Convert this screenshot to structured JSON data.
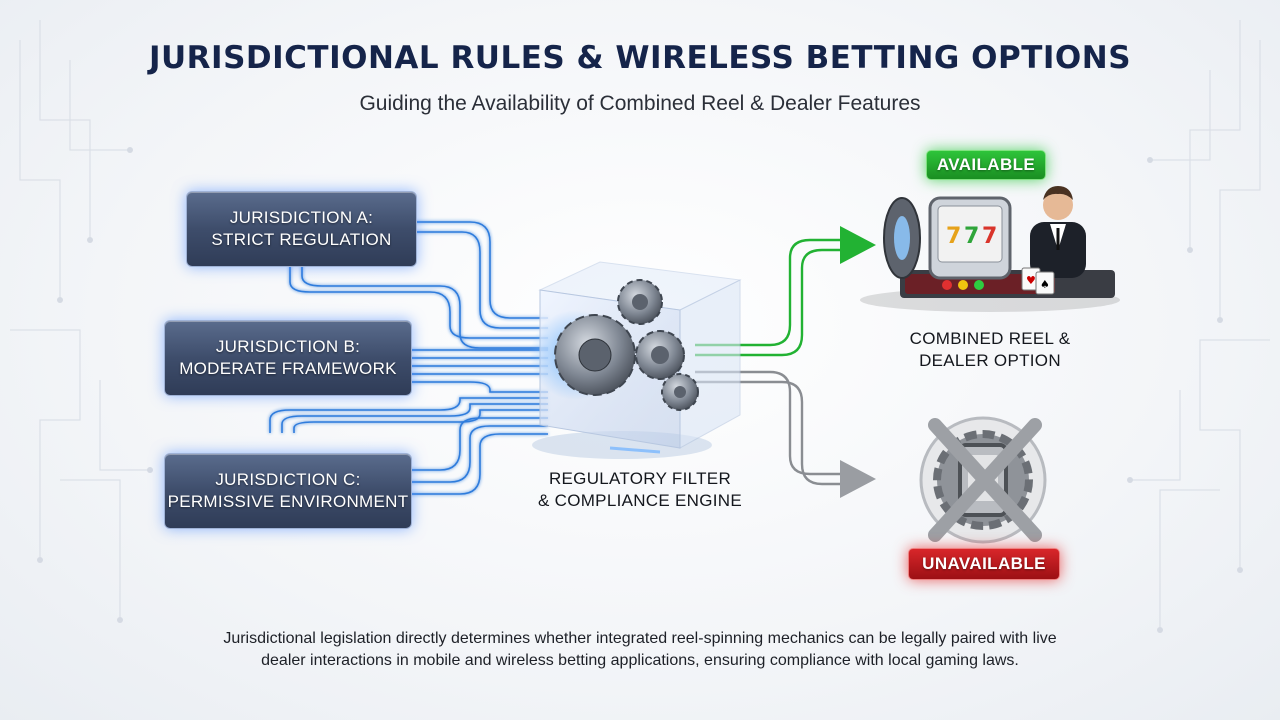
{
  "title": "JURISDICTIONAL RULES & WIRELESS BETTING OPTIONS",
  "subtitle": "Guiding the Availability of Combined Reel & Dealer Features",
  "jurisdictions": [
    {
      "line1": "JURISDICTION A:",
      "line2": "STRICT REGULATION"
    },
    {
      "line1": "JURISDICTION B:",
      "line2": "MODERATE FRAMEWORK"
    },
    {
      "line1": "JURISDICTION C:",
      "line2": "PERMISSIVE ENVIRONMENT"
    }
  ],
  "engine": {
    "line1": "REGULATORY FILTER",
    "line2": "& COMPLIANCE ENGINE"
  },
  "outcomes": {
    "available_badge": "AVAILABLE",
    "option_line1": "COMBINED REEL &",
    "option_line2": "DEALER OPTION",
    "unavailable_badge": "UNAVAILABLE"
  },
  "footer": {
    "line1": "Jurisdictional legislation directly determines whether integrated reel-spinning mechanics can be legally paired with live",
    "line2": "dealer interactions in mobile and wireless betting applications, ensuring compliance with local gaming laws."
  },
  "colors": {
    "title": "#15244a",
    "input_flow": "#2f7bdc",
    "available": "#1fa82b",
    "unavailable": "#c8181c",
    "blocked_flow": "#8a8d92"
  },
  "icons": [
    "gear-icon",
    "slot-machine-icon",
    "dealer-icon",
    "blocked-icon"
  ]
}
